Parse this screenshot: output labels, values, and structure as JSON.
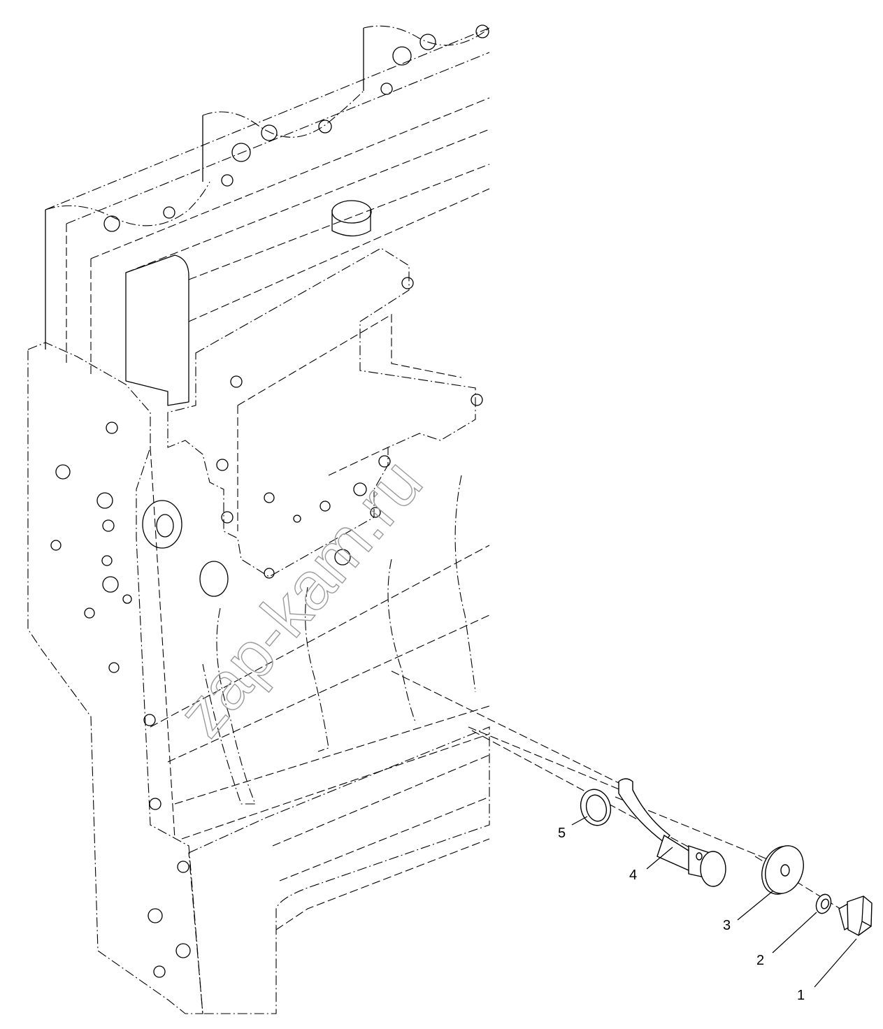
{
  "watermark": "zap-kam.ru",
  "callouts": [
    {
      "id": "1",
      "label": "1"
    },
    {
      "id": "2",
      "label": "2"
    },
    {
      "id": "3",
      "label": "3"
    },
    {
      "id": "4",
      "label": "4"
    },
    {
      "id": "5",
      "label": "5"
    }
  ],
  "colors": {
    "line": "#000000",
    "watermark": "#9a9a9a",
    "background": "#ffffff"
  }
}
